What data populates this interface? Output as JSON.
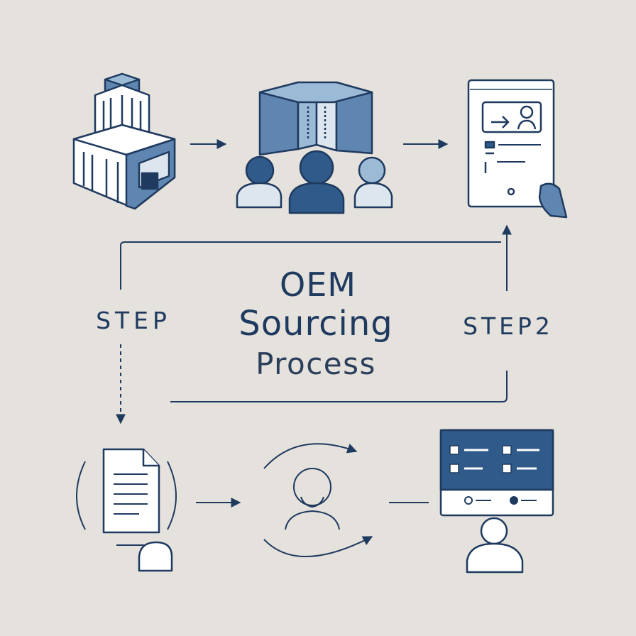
{
  "title": {
    "line1": "OEM",
    "line2": "Sourcing",
    "line3": "Process"
  },
  "steps": {
    "left": "STEP",
    "right": "STEP2"
  },
  "colors": {
    "background": "#e5e1dc",
    "navy": "#1f3a5f",
    "mid_blue": "#5f86b0",
    "light_blue": "#9bbad6",
    "white": "#ffffff"
  },
  "icons": [
    "factory-building-icon",
    "partner-team-icon",
    "tablet-profile-icon",
    "document-icon",
    "refresh-person-icon",
    "dashboard-user-icon"
  ]
}
